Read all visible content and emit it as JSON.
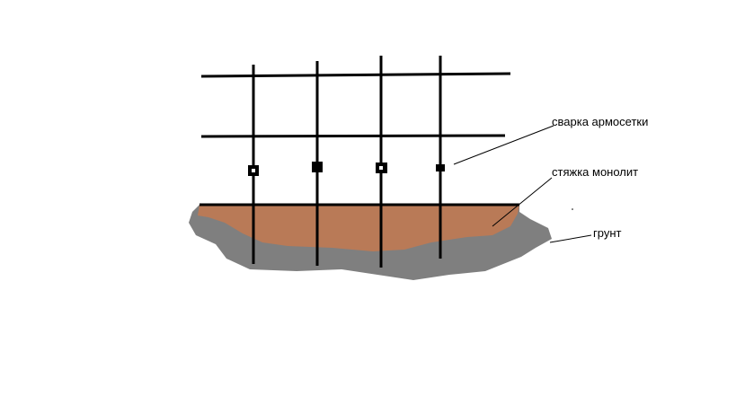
{
  "labels": {
    "welding": "сварка армосетки",
    "screed": "стяжка монолит",
    "soil": "грунт"
  },
  "colors": {
    "background": "#ffffff",
    "soil": "#7f7f7f",
    "screed": "#b97a57",
    "rebar": "#000000"
  }
}
